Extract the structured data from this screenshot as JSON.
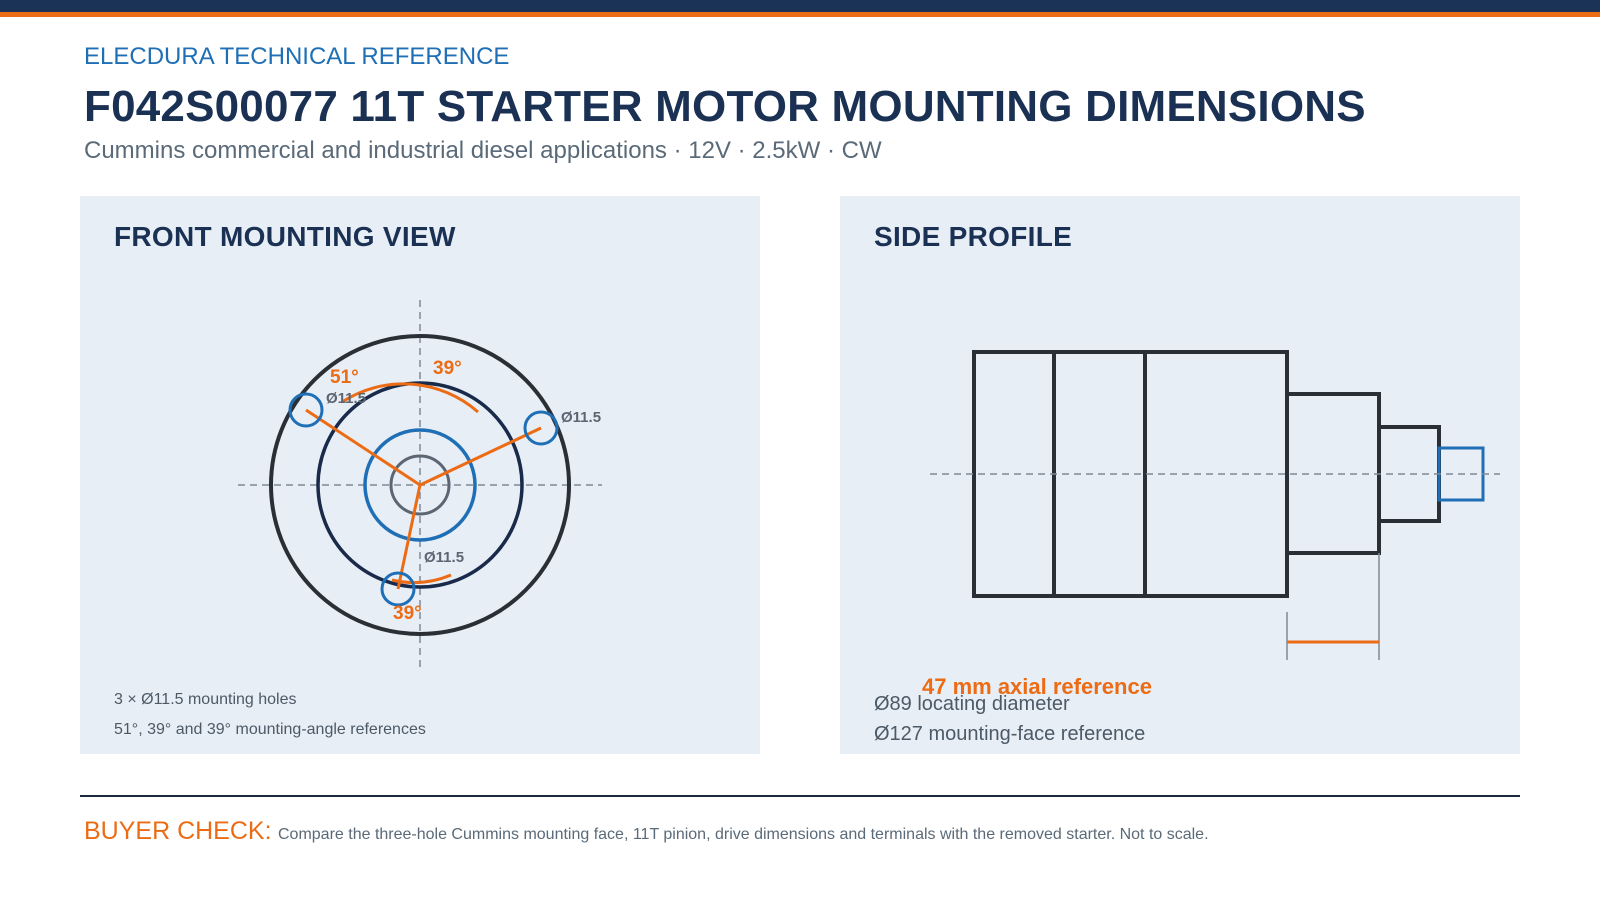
{
  "header": {
    "eyebrow": "ELECDURA TECHNICAL REFERENCE",
    "title": "F042S00077 11T STARTER MOTOR MOUNTING DIMENSIONS",
    "subtitle": "Cummins commercial and industrial diesel applications · 12V · 2.5kW · CW"
  },
  "front_view": {
    "title": "FRONT MOUNTING VIEW",
    "hole_label_1": "Ø11.5",
    "hole_label_2": "Ø11.5",
    "hole_label_3": "Ø11.5",
    "angle_1": "51°",
    "angle_2": "39°",
    "angle_3": "39°",
    "note_holes": "3 × Ø11.5 mounting holes",
    "note_angles": "51°, 39° and 39° mounting-angle references"
  },
  "side_view": {
    "title": "SIDE PROFILE",
    "axial_reference": "47 mm axial reference",
    "note_locating": "Ø89 locating diameter",
    "note_face": "Ø127 mounting-face reference"
  },
  "footer": {
    "label": "BUYER CHECK:",
    "text": "Compare the three-hole Cummins mounting face, 11T pinion, drive dimensions and terminals with the removed starter. Not to scale."
  },
  "colors": {
    "navy": "#1b3356",
    "accent_orange": "#ec6c15",
    "accent_blue": "#1f6fb6",
    "panel_bg": "#e8eef5"
  }
}
